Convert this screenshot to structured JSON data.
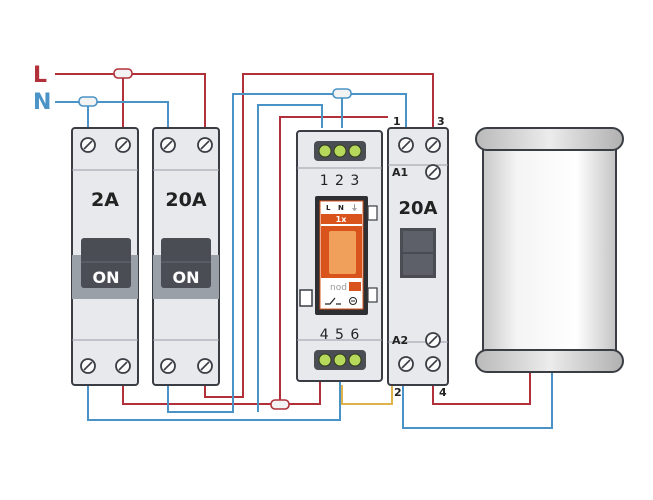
{
  "lines": {
    "live": "L",
    "neutral": "N"
  },
  "breaker_1": {
    "rating": "2A",
    "state": "ON"
  },
  "breaker_2": {
    "rating": "20A",
    "state": "ON"
  },
  "relay_module": {
    "top_terminals": "1 2 3",
    "bottom_terminals": "4 5 6",
    "label_l": "L",
    "label_n": "N",
    "channel_badge": "1x",
    "brand": "nod"
  },
  "contactor": {
    "rating": "20A",
    "term_1": "1",
    "term_3": "3",
    "term_2": "2",
    "term_4": "4",
    "coil_a1": "A1",
    "coil_a2": "A2"
  },
  "colors": {
    "live_wire": "#b2303a",
    "neutral_wire": "#4a93c6",
    "signal_wire": "#e0b24a",
    "device_body": "#e7e9ec",
    "toggle_handle": "#4b4d55",
    "relay_orange": "#d9541c"
  },
  "icons": [
    "screw-terminal-icon",
    "wire-connector-icon",
    "relay-switch-icon",
    "water-heater-tank-icon"
  ]
}
